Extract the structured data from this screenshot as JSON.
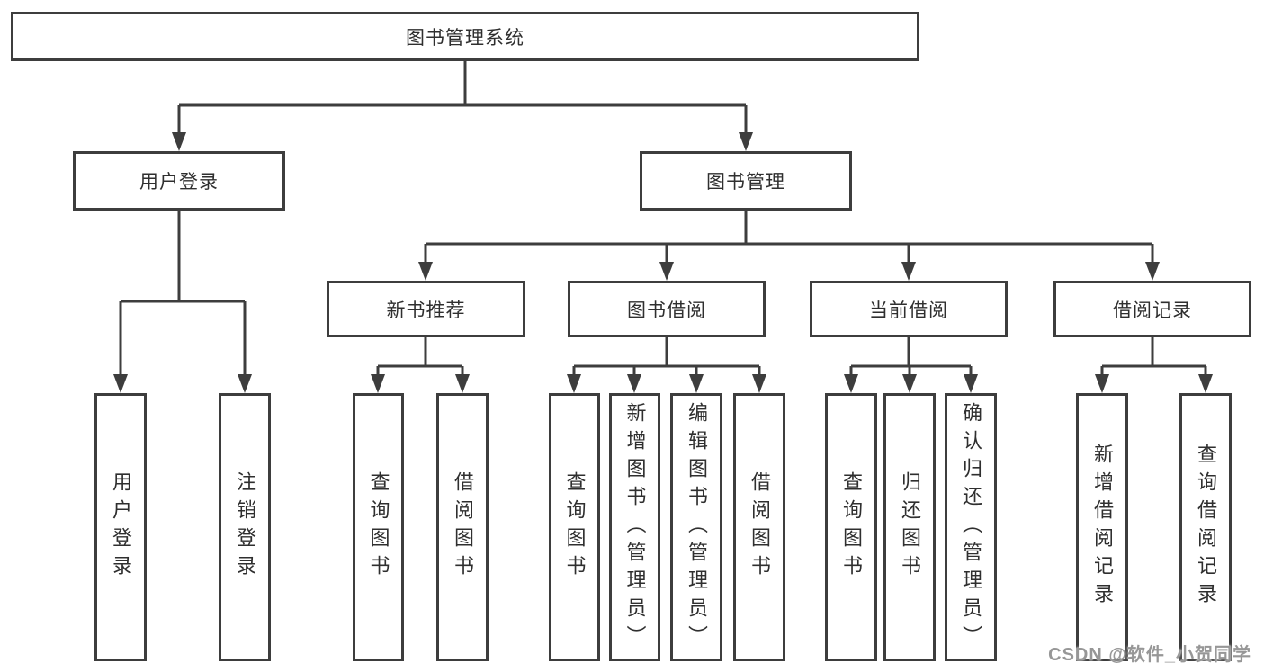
{
  "diagram": {
    "title": "图书管理系统",
    "branches": [
      {
        "label": "用户登录",
        "children": [
          {
            "label": "用户登录"
          },
          {
            "label": "注销登录"
          }
        ]
      },
      {
        "label": "图书管理",
        "children": [
          {
            "label": "新书推荐",
            "children": [
              {
                "label": "查询图书"
              },
              {
                "label": "借阅图书"
              }
            ]
          },
          {
            "label": "图书借阅",
            "children": [
              {
                "label": "查询图书"
              },
              {
                "label": "新增图书（管理员）"
              },
              {
                "label": "编辑图书（管理员）"
              },
              {
                "label": "借阅图书"
              }
            ]
          },
          {
            "label": "当前借阅",
            "children": [
              {
                "label": "查询图书"
              },
              {
                "label": "归还图书"
              },
              {
                "label": "确认归还（管理员）"
              }
            ]
          },
          {
            "label": "借阅记录",
            "children": [
              {
                "label": "新增借阅记录"
              },
              {
                "label": "查询借阅记录"
              }
            ]
          }
        ]
      }
    ]
  },
  "watermark": {
    "text": "CSDN @软件_小贺同学"
  },
  "colors": {
    "line": "#3d3d3d",
    "text": "#2f2f2f",
    "background": "#ffffff",
    "watermark": "#979797"
  }
}
